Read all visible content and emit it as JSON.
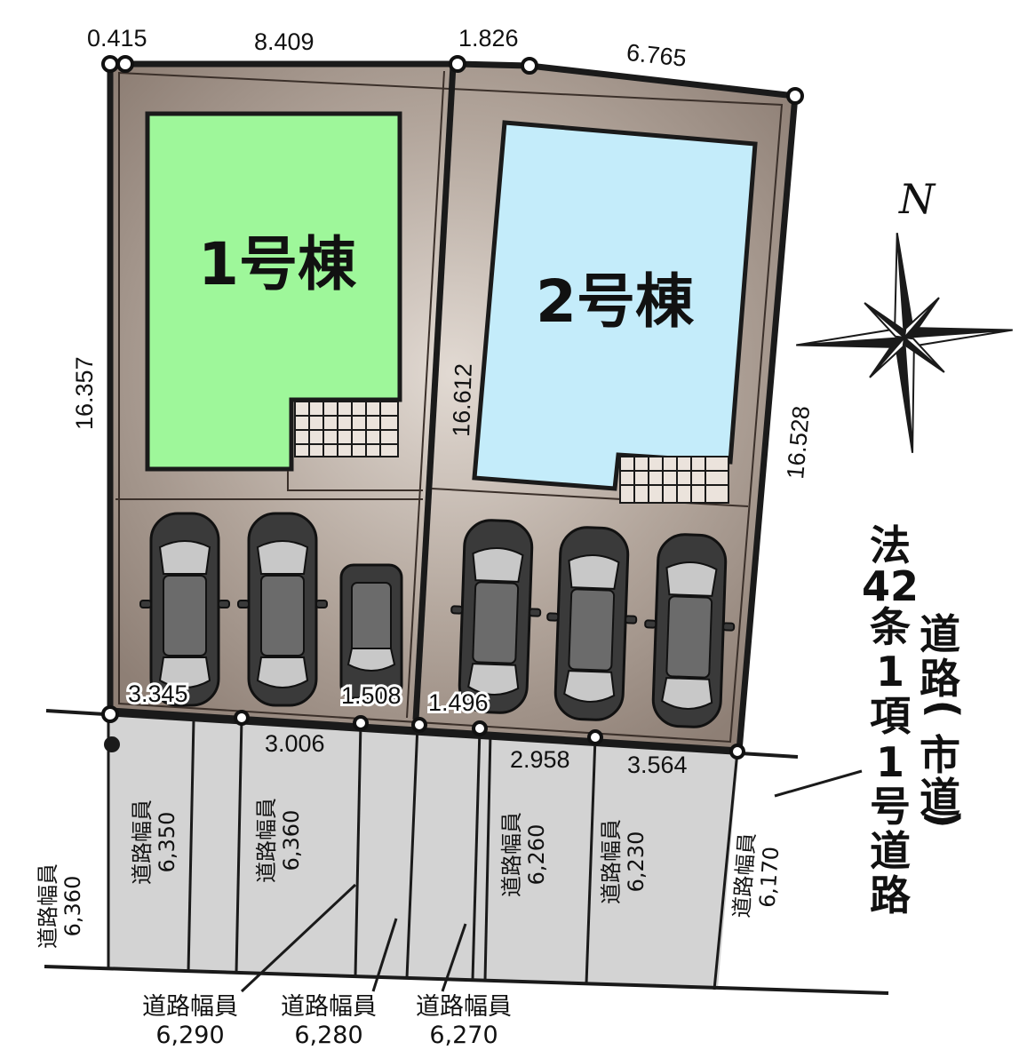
{
  "lot_labels": {
    "building1": "1号棟",
    "building2": "2号棟"
  },
  "north_label": "N",
  "dimensions": {
    "top_left_small": "0.415",
    "top_left": "8.409",
    "top_mid": "1.826",
    "top_right": "6.765",
    "left_side": "16.357",
    "middle_side": "16.612",
    "right_side": "16.528",
    "front_1": "3.345",
    "front_2": "1.508",
    "front_3": "1.496",
    "road_seg_1": "3.006",
    "road_seg_2": "2.958",
    "road_seg_3": "3.564"
  },
  "road_title_main": [
    "法",
    "42",
    "条",
    "1",
    "項",
    "1",
    "号",
    "道",
    "路"
  ],
  "road_title_sub": [
    "道",
    "路",
    "(",
    "市",
    "道",
    ")"
  ],
  "road_widths": [
    {
      "label": "道路幅員",
      "value": "6,360"
    },
    {
      "label": "道路幅員",
      "value": "6,350"
    },
    {
      "label": "道路幅員",
      "value": "6,360"
    },
    {
      "label": "道路幅員",
      "value": "6,260"
    },
    {
      "label": "道路幅員",
      "value": "6,230"
    },
    {
      "label": "道路幅員",
      "value": "6,170"
    },
    {
      "label": "道路幅員",
      "value": "6,290"
    },
    {
      "label": "道路幅員",
      "value": "6,280"
    },
    {
      "label": "道路幅員",
      "value": "6,270"
    }
  ],
  "colors": {
    "lot": "#9c8d83",
    "lot_light": "#d8cec6",
    "building1": "#9ef79a",
    "building2": "#c4ecfa",
    "road": "#d3d3d3",
    "outline": "#1a1a1a"
  }
}
